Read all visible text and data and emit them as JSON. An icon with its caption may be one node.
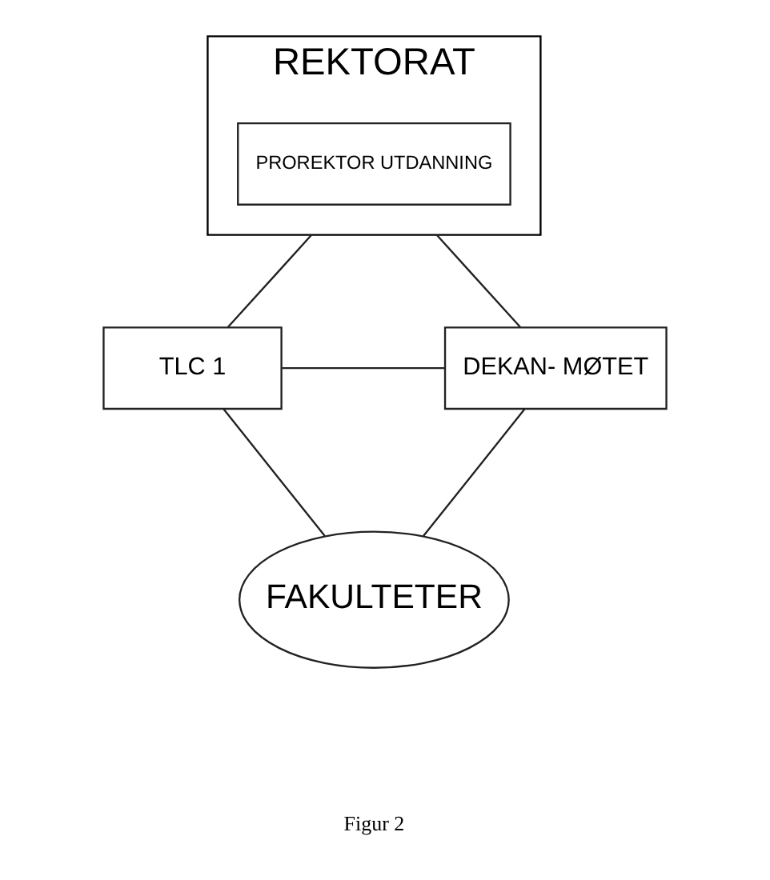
{
  "diagram": {
    "nodes": [
      {
        "text": [
          "REKTORAT"
        ]
      },
      {
        "text": [
          "PROREKTOR UTDANNING"
        ],
        "in": 0
      },
      {
        "text": [
          "TLC 1"
        ]
      },
      {
        "text": [
          "DEKAN- MØTET"
        ]
      },
      {
        "text": [
          "FAKULTETER"
        ]
      }
    ],
    "edges": [
      {
        "from": 0,
        "to": 2,
        "arrow": "none"
      },
      {
        "from": 0,
        "to": 3,
        "arrow": "none"
      },
      {
        "from": 2,
        "to": 3,
        "arrow": "none"
      },
      {
        "from": 2,
        "to": 4,
        "arrow": "none"
      },
      {
        "from": 3,
        "to": 4,
        "arrow": "none"
      }
    ],
    "labels": [
      "Figur 2"
    ]
  }
}
